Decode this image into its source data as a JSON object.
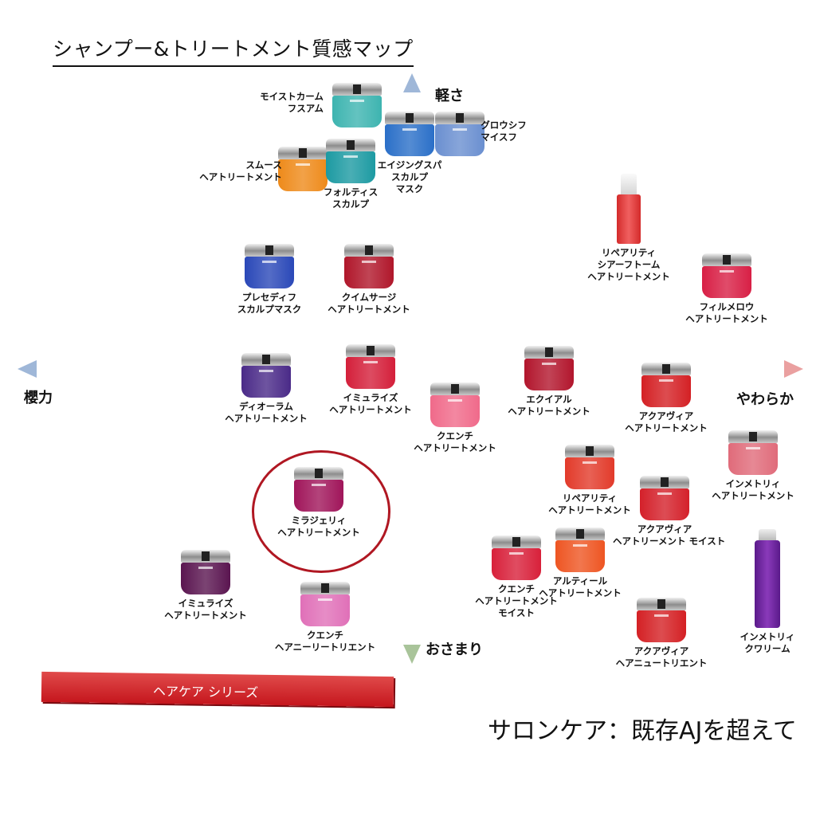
{
  "title": "シャンプー&トリートメント質感マップ",
  "axes": {
    "top": "軽さ",
    "bottom": "おさまり",
    "left": "櫻力",
    "right": "やわらか"
  },
  "products": [
    {
      "id": "moist-foam",
      "lines": [
        "モイストカーム",
        "フスアム"
      ],
      "color": "#3db4b0",
      "shape": "jar"
    },
    {
      "id": "growth",
      "lines": [
        "グロウシフ",
        "マイスフ"
      ],
      "color": "#6a8fd0",
      "shape": "jar"
    },
    {
      "id": "aging",
      "lines": [
        "エイジングスパ",
        "スカルプ",
        "マスク"
      ],
      "color": "#2a6fc8",
      "shape": "jar"
    },
    {
      "id": "smooth",
      "lines": [
        "スムース",
        "ヘアトリートメント"
      ],
      "color": "#ee8a1a",
      "shape": "jar"
    },
    {
      "id": "fortis",
      "lines": [
        "フォルティス",
        "スカルプ"
      ],
      "color": "#1c9aa2",
      "shape": "jar"
    },
    {
      "id": "preserve",
      "lines": [
        "プレセディフ",
        "スカルプマスク"
      ],
      "color": "#2a48b8",
      "shape": "jar"
    },
    {
      "id": "climsage",
      "lines": [
        "クイムサージ",
        "ヘアトリートメント"
      ],
      "color": "#b0162a",
      "shape": "jar"
    },
    {
      "id": "reparity-foam",
      "lines": [
        "リペアリティ",
        "シアーフトーム",
        "ヘアトリートメント"
      ],
      "color": "#d42b2b",
      "shape": "bottle"
    },
    {
      "id": "filmerou",
      "lines": [
        "フィルメロウ",
        "ヘアトリートメント"
      ],
      "color": "#d81f45",
      "shape": "jar"
    },
    {
      "id": "diorum",
      "lines": [
        "ディオーラム",
        "ヘアトリートメント"
      ],
      "color": "#4a2a88",
      "shape": "jar"
    },
    {
      "id": "immurise-red",
      "lines": [
        "イミュライズ",
        "ヘアトリートメント"
      ],
      "color": "#d41f3a",
      "shape": "jar"
    },
    {
      "id": "qenche-pink",
      "lines": [
        "クエンチ",
        "ヘアトリートメント"
      ],
      "color": "#f06a8a",
      "shape": "jar"
    },
    {
      "id": "equal",
      "lines": [
        "エクイアル",
        "ヘアトリートメント"
      ],
      "color": "#b2152c",
      "shape": "jar"
    },
    {
      "id": "aquavia",
      "lines": [
        "アクアヴィア",
        "ヘアトリートメント"
      ],
      "color": "#d42024",
      "shape": "jar"
    },
    {
      "id": "inmetria",
      "lines": [
        "インメトリィ",
        "ヘアトリートメント"
      ],
      "color": "#e06b7a",
      "shape": "jar"
    },
    {
      "id": "mirajelly",
      "lines": [
        "ミラジェリィ",
        "ヘアトリートメント"
      ],
      "color": "#a0155a",
      "shape": "jar"
    },
    {
      "id": "reparity",
      "lines": [
        "リペアリティ",
        "ヘアトリートメント"
      ],
      "color": "#e23a2a",
      "shape": "jar"
    },
    {
      "id": "aquavia-moist",
      "lines": [
        "アクアヴィア",
        "ヘアトリーメント モイスト"
      ],
      "color": "#d4202a",
      "shape": "jar"
    },
    {
      "id": "immurise-purple",
      "lines": [
        "イミュライズ",
        "ヘアトリートメント"
      ],
      "color": "#5a1550",
      "shape": "jar"
    },
    {
      "id": "qenche-nutrient",
      "lines": [
        "クエンチ",
        "ヘアニーリートリエント"
      ],
      "color": "#e070b8",
      "shape": "jar"
    },
    {
      "id": "qenche-moist",
      "lines": [
        "クエンチ",
        "ヘアトリートメント",
        "モイスト"
      ],
      "color": "#d8203a",
      "shape": "jar"
    },
    {
      "id": "altiel",
      "lines": [
        "アルティール",
        "ヘアトリートメント"
      ],
      "color": "#ee5522",
      "shape": "jar"
    },
    {
      "id": "aquavia-nutrient",
      "lines": [
        "アクアヴィア",
        "ヘアニュートリエント"
      ],
      "color": "#d42024",
      "shape": "jar"
    },
    {
      "id": "inmetria-cream",
      "lines": [
        "インメトリィ",
        "クワリーム"
      ],
      "color": "#8a3aba",
      "shape": "tall"
    }
  ],
  "banner": "ヘアケア シリーズ",
  "caption": "サロンケア：既存AJを超えて"
}
